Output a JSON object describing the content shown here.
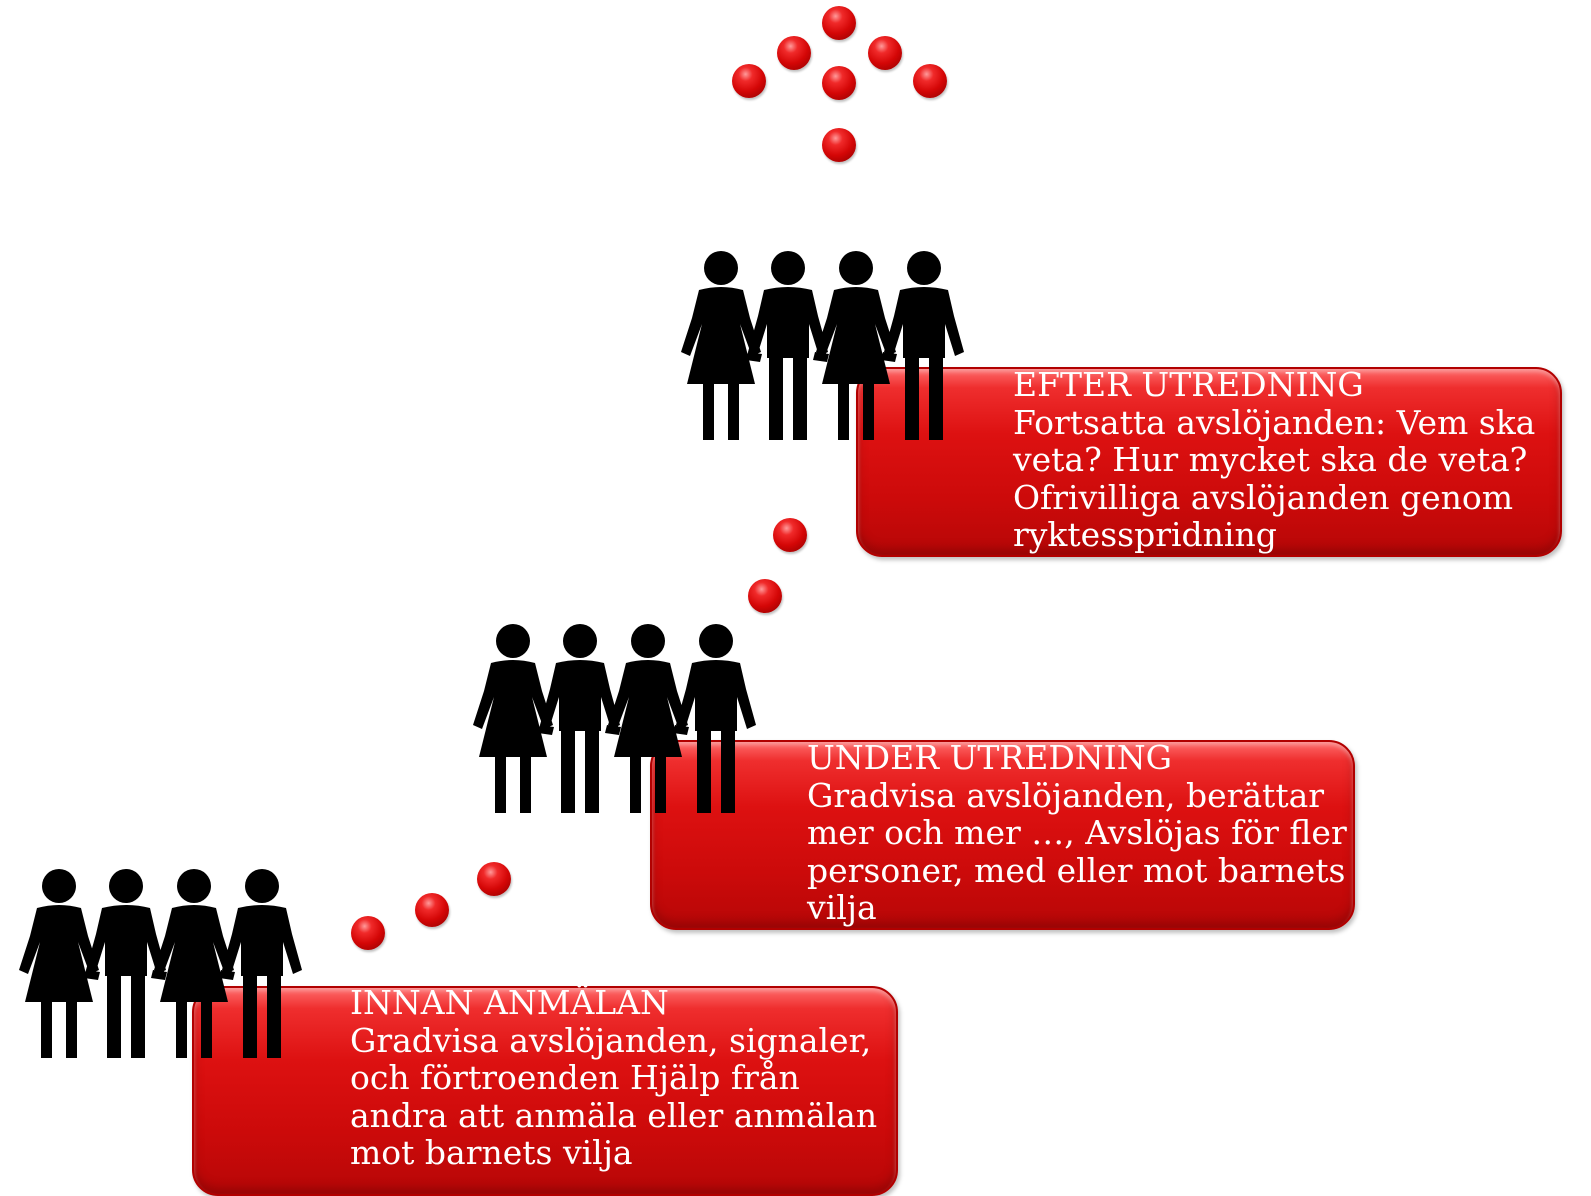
{
  "stages": [
    {
      "id": "innan",
      "heading": "INNAN ANMÄLAN",
      "lines": [
        "Gradvisa avslöjanden, signaler,",
        "och förtroenden Hjälp från",
        "andra att anmäla  eller anmälan",
        "mot barnets vilja"
      ]
    },
    {
      "id": "under",
      "heading": "UNDER UTREDNING",
      "lines": [
        "Gradvisa avslöjanden, berättar",
        "mer och mer …, Avslöjas för fler",
        "personer, med eller mot barnets",
        "vilja"
      ]
    },
    {
      "id": "efter",
      "heading": "EFTER UTREDNING",
      "lines": [
        "Fortsatta avslöjanden: Vem ska",
        "veta? Hur mycket ska de veta?",
        "Ofrivilliga avslöjanden genom",
        "ryktesspridning"
      ]
    }
  ],
  "colors": {
    "box_red": "#d40f0f",
    "dot_red": "#d40606",
    "text": "#ffffff",
    "people": "#000000"
  },
  "icons": {
    "group": "people-group-icon",
    "marker": "red-dot-icon"
  }
}
